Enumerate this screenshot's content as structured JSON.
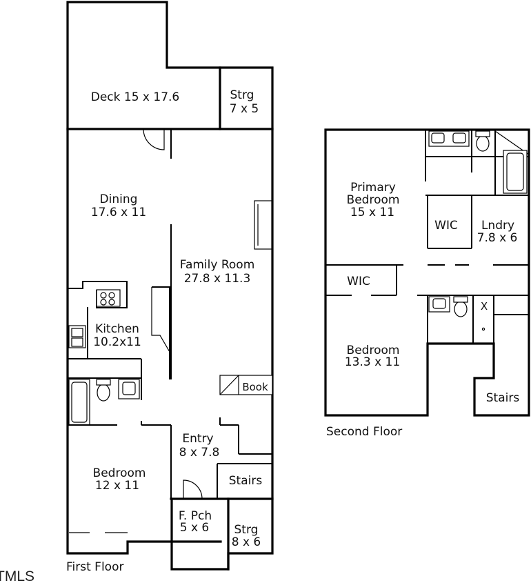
{
  "first_floor": {
    "caption": "First Floor",
    "rooms": {
      "deck": {
        "name": "Deck 15 x 17.6"
      },
      "strg_top": {
        "name": "Strg",
        "dims": "7 x 5"
      },
      "dining": {
        "name": "Dining",
        "dims": "17.6 x 11"
      },
      "family": {
        "name": "Family Room",
        "dims": "27.8 x 11.3"
      },
      "kitchen": {
        "name": "Kitchen",
        "dims": "10.2x11"
      },
      "book": {
        "name": "Book"
      },
      "entry": {
        "name": "Entry",
        "dims": "8 x 7.8"
      },
      "stairs": {
        "name": "Stairs"
      },
      "bedroom": {
        "name": "Bedroom",
        "dims": "12 x 11"
      },
      "porch": {
        "name": "F. Pch",
        "dims": "5 x 6"
      },
      "strg_bottom": {
        "name": "Strg",
        "dims": "8 x 6"
      }
    }
  },
  "second_floor": {
    "caption": "Second Floor",
    "rooms": {
      "primary": {
        "line1": "Primary",
        "line2": "Bedroom",
        "dims": "15 x 11"
      },
      "wic_primary": {
        "name": "WIC"
      },
      "laundry": {
        "name": "Lndry",
        "dims": "7.8 x 6"
      },
      "wic_hall": {
        "name": "WIC"
      },
      "bedroom": {
        "name": "Bedroom",
        "dims": "13.3 x 11"
      },
      "closet_x": {
        "name": "X"
      },
      "stairs": {
        "name": "Stairs"
      }
    }
  },
  "watermark": "TMLS"
}
